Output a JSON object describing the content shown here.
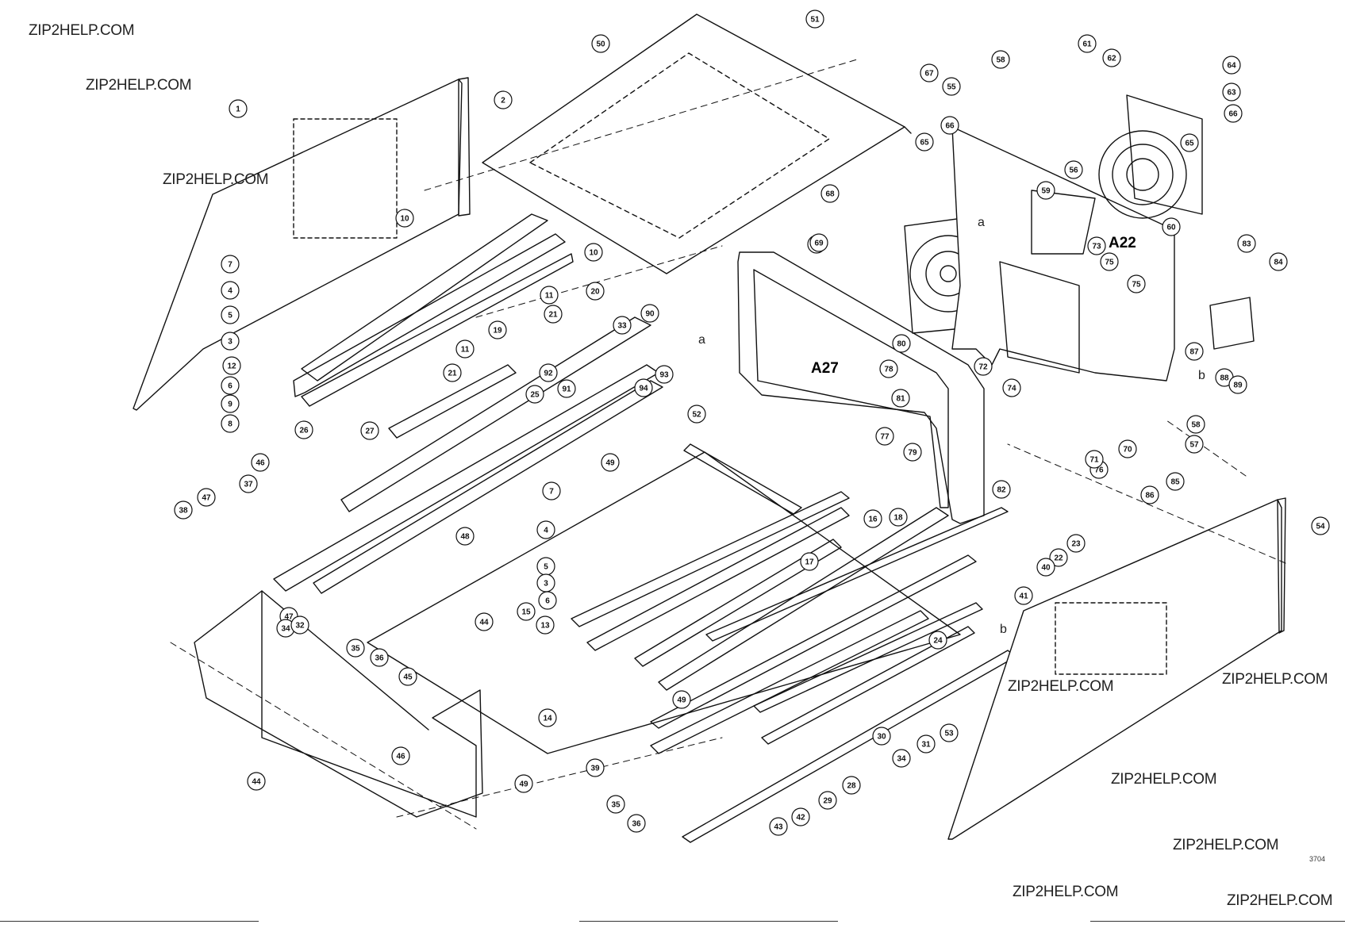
{
  "watermarks": [
    "ZIP2HELP.COM",
    "ZIP2HELP.COM",
    "ZIP2HELP.COM",
    "ZIP2HELP.COM",
    "ZIP2HELP.COM",
    "ZIP2HELP.COM",
    "ZIP2HELP.COM",
    "ZIP2HELP.COM",
    "ZIP2HELP.COM"
  ],
  "assembly_labels": {
    "a22": "A22",
    "a27": "A27"
  },
  "figure_code": "3704",
  "arrow_markers": [
    "a",
    "a",
    "b",
    "b"
  ],
  "callouts": [
    "1",
    "2",
    "3",
    "4",
    "5",
    "6",
    "7",
    "8",
    "9",
    "10",
    "10",
    "11",
    "11",
    "12",
    "19",
    "20",
    "21",
    "21",
    "25",
    "26",
    "27",
    "90",
    "33",
    "92",
    "91",
    "93",
    "94",
    "50",
    "51",
    "55",
    "58",
    "67",
    "61",
    "62",
    "64",
    "63",
    "66",
    "65",
    "66",
    "65",
    "56",
    "59",
    "60",
    "68",
    "67",
    "69",
    "73",
    "75",
    "75",
    "83",
    "84",
    "87",
    "88",
    "89",
    "72",
    "80",
    "78",
    "81",
    "77",
    "52",
    "74",
    "76",
    "71",
    "70",
    "58",
    "57",
    "79",
    "82",
    "85",
    "86",
    "49",
    "7",
    "4",
    "5",
    "3",
    "6",
    "13",
    "15",
    "14",
    "48",
    "16",
    "18",
    "17",
    "22",
    "23",
    "40",
    "41",
    "24",
    "49",
    "31",
    "30",
    "34",
    "28",
    "29",
    "42",
    "43",
    "39",
    "35",
    "36",
    "49",
    "44",
    "45",
    "47",
    "46",
    "38",
    "37",
    "46",
    "44",
    "47",
    "34",
    "32",
    "35",
    "36",
    "54",
    "53"
  ]
}
